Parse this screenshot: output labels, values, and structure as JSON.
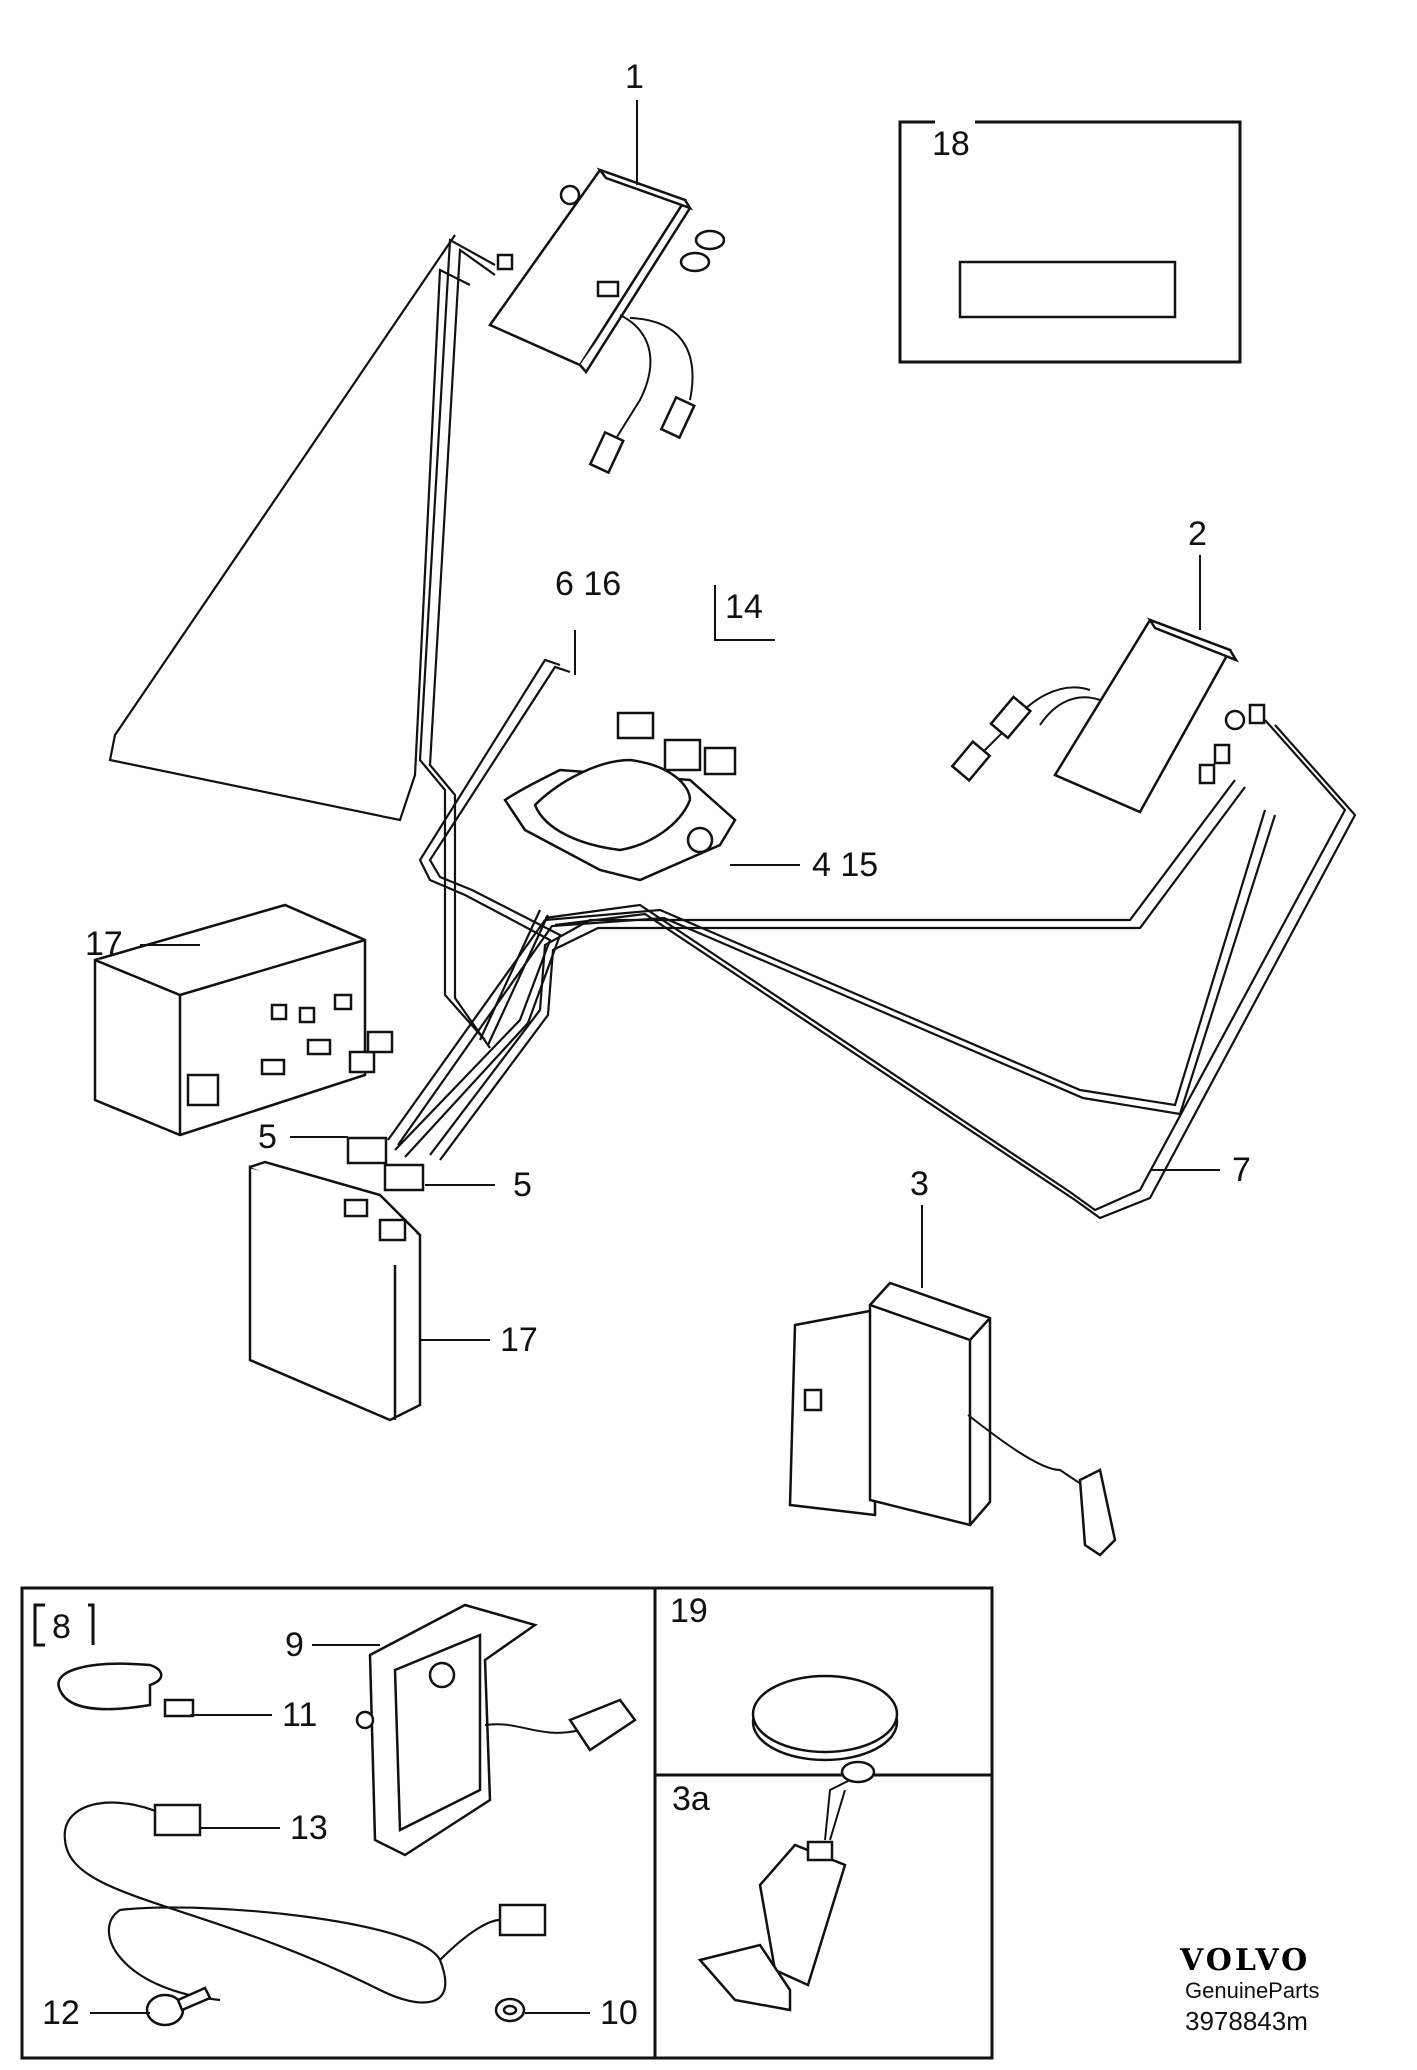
{
  "callouts": {
    "c1": "1",
    "c2": "2",
    "c3": "3",
    "c3a": "3a",
    "c4_15": "4 15",
    "c5a": "5",
    "c5b": "5",
    "c6_16": "6 16",
    "c7": "7",
    "c8": "8",
    "c9": "9",
    "c10": "10",
    "c11": "11",
    "c12": "12",
    "c13": "13",
    "c14": "14",
    "c17a": "17",
    "c17b": "17",
    "c18": "18",
    "c19": "19"
  },
  "brand": {
    "name": "VOLVO",
    "tagline": "GenuineParts",
    "diagram_number": "3978843m"
  }
}
